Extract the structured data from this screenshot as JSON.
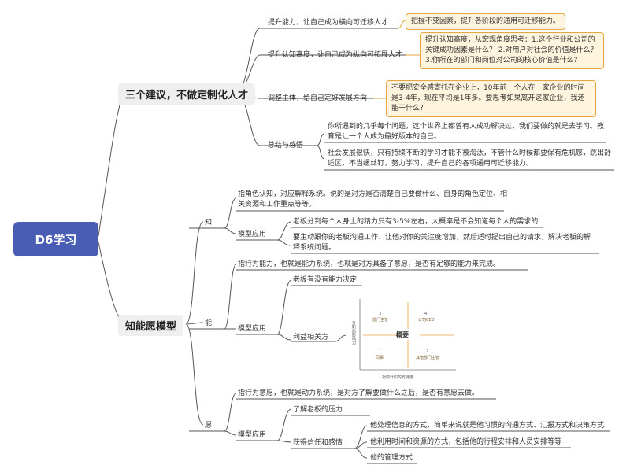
{
  "root": "D6学习",
  "branch1": {
    "title": "三个建议，不做定制化人才",
    "items": [
      {
        "text": "提升能力，让自己成为横向可迁移人才",
        "note": "把握不变因素，提升各阶段的通用可迁移能力。"
      },
      {
        "text": "提升认知高度，让自己成为纵向可拓展人才",
        "note": "提升认知高度，从宏观角度思考：1.这个行业和公司的关键成功因素是什么？ 2.对用户对社会的价值是什么？ 3.你所在的部门和岗位对公司的核心价值是什么?"
      },
      {
        "text": "调整主体，给自己定好发展方向",
        "note": "不要把安全感寄托在企业上，10年前一个人在一家企业的时间是3-4年，现在平均是1年多。要思考如果离开这家企业，我还能干什么？"
      }
    ],
    "summary": {
      "label": "总结与感悟",
      "points": [
        "你所遇到的几乎每个问题，这个世界上都曾有人成功解决过，我们要做的就是去学习。教育是让一个人成为最好版本的自己。",
        "社会发展很快，只有持续不断的学习才能不被淘汰，不管什么时候都要保有危机感，跳出舒适区，不当螺丝钉，努力学习，提升自己的各项通用可迁移能力。"
      ]
    }
  },
  "branch2": {
    "title": "知能愿模型",
    "zhi": {
      "label": "知",
      "desc": "指角色认知，对应解释系统。说的是对方是否清楚自己要做什么、自身的角色定位、相关资源和工作重点等等。",
      "model_label": "模型应用",
      "apps": [
        "老板分到每个人身上的精力只有3-5%左右，大概率是不会知道每个人的需求的",
        "要主动跟你的老板沟通工作、让他对你的关注度增加，然后适时提出自己的请求，解决老板的解释系统问题。"
      ]
    },
    "neng": {
      "label": "能",
      "desc": "指行为能力，也就是能力系统，也就是对方具备了意愿，是否有足够的能力来完成。",
      "model_label": "模型应用",
      "apps": [
        "老板有没有能力决定",
        "利益相关方"
      ],
      "matrix": {
        "title": "概要",
        "y_axis": "升职的影响力",
        "x_axis": "对你升职的支持度",
        "quadrants": [
          {
            "num": "3",
            "label": "部门主管"
          },
          {
            "num": "4",
            "label": "公司CEO"
          },
          {
            "num": "1",
            "label": "同事"
          },
          {
            "num": "2",
            "label": "其他部门主管"
          }
        ]
      }
    },
    "yuan": {
      "label": "愿",
      "desc": "指行为意愿，也就是动力系统，是对方了解要做什么之后，是否有意愿去做。",
      "model_label": "模型应用",
      "apps": [
        "了解老板的压力",
        "获得信任和感情"
      ],
      "trust_items": [
        "他处理信息的方式，简单来说就是他习惯的沟通方式、汇报方式和决策方式",
        "他利用时间和资源的方式，包括他的行程安排和人员安排等等",
        "他的管理方式"
      ]
    }
  }
}
